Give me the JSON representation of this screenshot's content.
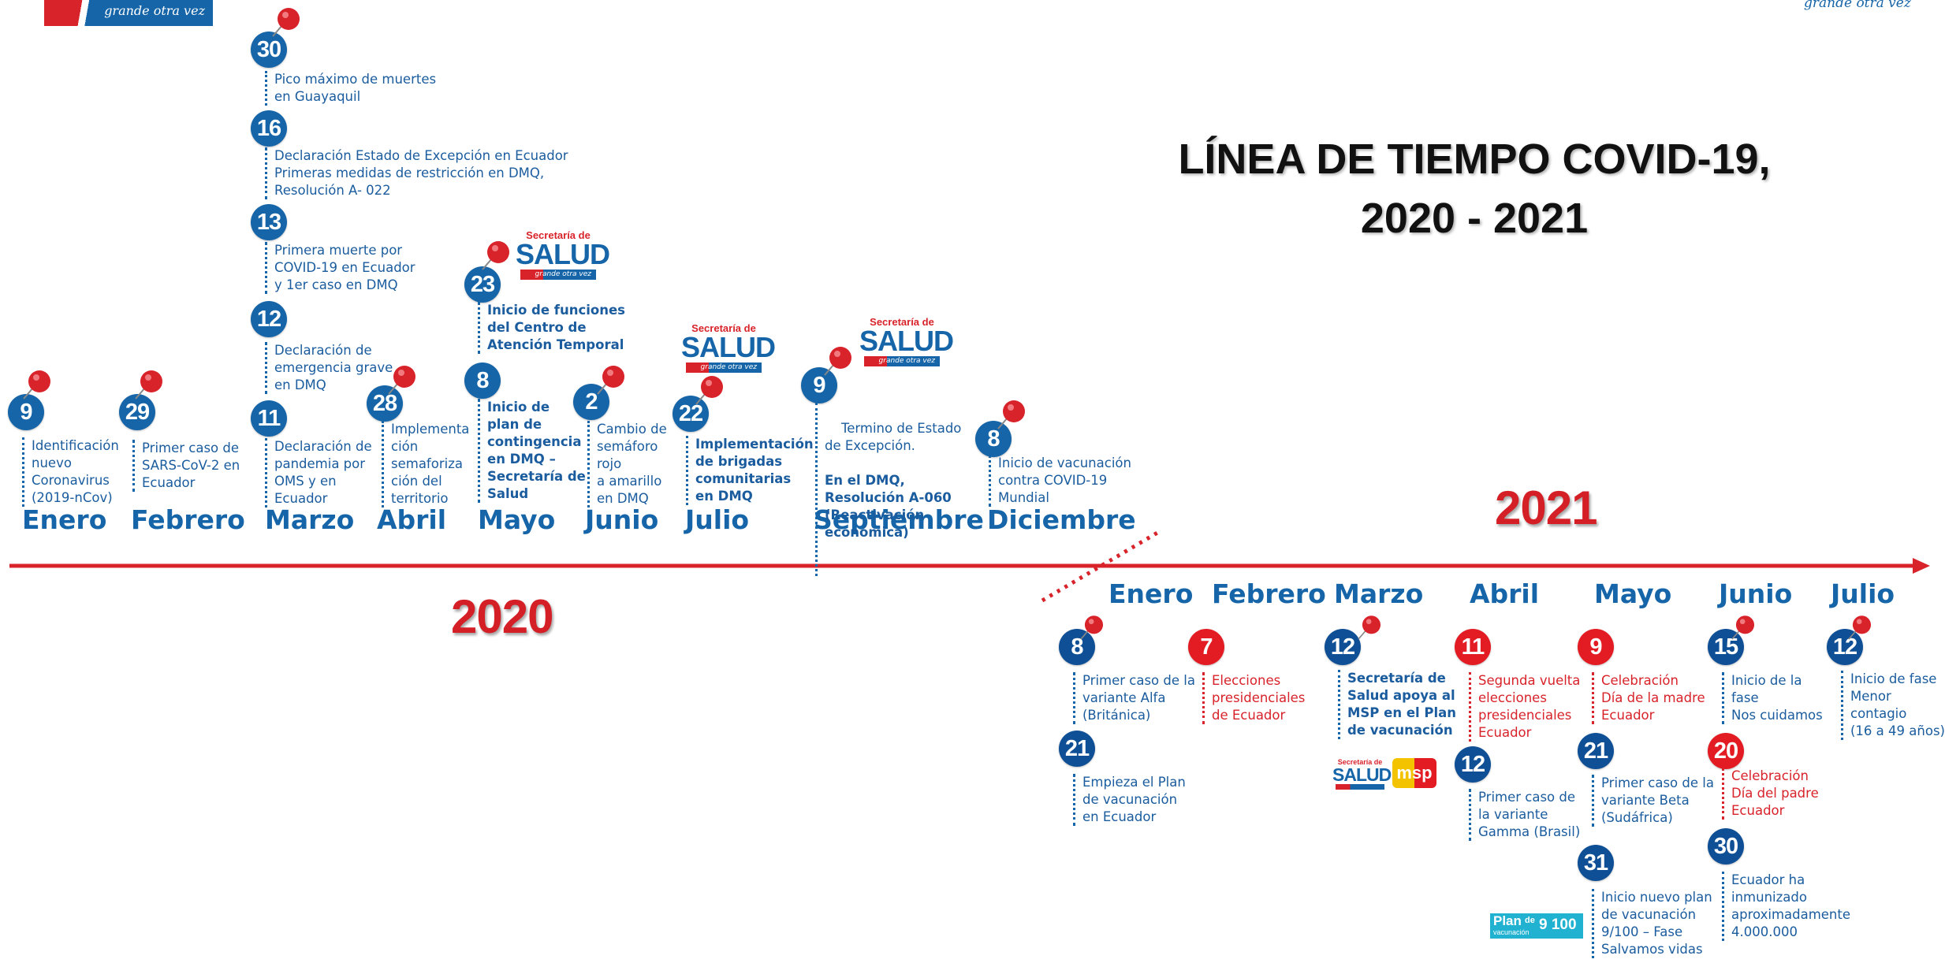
{
  "title": {
    "line1": "LÍNEA DE TIEMPO COVID-19,",
    "line2": "2020 - 2021"
  },
  "brand": {
    "slogan_left": "grande otra vez",
    "slogan_right": "grande otra vez"
  },
  "years": {
    "y2020": "2020",
    "y2021": "2021"
  },
  "logos": {
    "salud_top": "Secretaría de",
    "salud_big": "SALUD",
    "salud_tag": "grande otra vez",
    "msp": "msp",
    "plan_word": "Plan",
    "plan_de": "de",
    "plan_sub": "vacunación",
    "plan_num": "9 100"
  },
  "months_2020": {
    "enero": "Enero",
    "febrero": "Febrero",
    "marzo": "Marzo",
    "abril": "Abril",
    "mayo": "Mayo",
    "junio": "Junio",
    "julio": "Julio",
    "septiembre": "Septiembre",
    "diciembre": "Diciembre"
  },
  "months_2021": {
    "enero": "Enero",
    "febrero": "Febrero",
    "marzo": "Marzo",
    "abril": "Abril",
    "mayo": "Mayo",
    "junio": "Junio",
    "julio": "Julio"
  },
  "events_2020": {
    "e9": {
      "day": "9",
      "text": "Identificación\nnuevo\nCoronavirus\n(2019-nCov)"
    },
    "e29": {
      "day": "29",
      "text": "Primer caso de\nSARS-CoV-2 en\nEcuador"
    },
    "m30": {
      "day": "30",
      "text": "Pico máximo de muertes\nen Guayaquil"
    },
    "m16": {
      "day": "16",
      "text": "Declaración Estado de Excepción en Ecuador\nPrimeras medidas de restricción en DMQ,\nResolución A- 022"
    },
    "m13": {
      "day": "13",
      "text": "Primera muerte por\nCOVID-19 en Ecuador\ny 1er caso en DMQ"
    },
    "m12": {
      "day": "12",
      "text": "Declaración de\nemergencia grave\nen DMQ"
    },
    "m11": {
      "day": "11",
      "text": "Declaración de\npandemia por\nOMS y en\nEcuador"
    },
    "a28": {
      "day": "28",
      "text": "Implementa\nción\nsemaforiza\nción del\nterritorio"
    },
    "my23": {
      "day": "23",
      "text": "Inicio de funciones\ndel Centro de\nAtención Temporal"
    },
    "my8": {
      "day": "8",
      "text": "Inicio de\nplan de\ncontingencia\nen DMQ –\nSecretaría de\nSalud"
    },
    "j2": {
      "day": "2",
      "text": "Cambio de\nsemáforo\nrojo\na amarillo\nen DMQ"
    },
    "jl22": {
      "day": "22",
      "text": "Implementación\nde brigadas\ncomunitarias\nen DMQ"
    },
    "s9": {
      "day": "9",
      "text_normal": "Termino de Estado\nde Excepción.",
      "text_bold": "En el DMQ,\nResolución A-060\n(Reactivación\neconómica)"
    },
    "d8": {
      "day": "8",
      "text": "Inicio de vacunación\ncontra COVID-19\nMundial"
    }
  },
  "events_2021": {
    "en8": {
      "day": "8",
      "text": "Primer caso de la\nvariante Alfa\n(Británica)"
    },
    "en21": {
      "day": "21",
      "text": "Empieza el Plan\nde vacunación\nen Ecuador"
    },
    "f7": {
      "day": "7",
      "text": "Elecciones\npresidenciales\nde Ecuador"
    },
    "mz12": {
      "day": "12",
      "text": "Secretaría de\nSalud apoya al\nMSP en el Plan\nde vacunación"
    },
    "ab11": {
      "day": "11",
      "text": "Segunda vuelta\nelecciones\npresidenciales\nEcuador"
    },
    "ab12": {
      "day": "12",
      "text": "Primer caso de\nla variante\nGamma (Brasil)"
    },
    "my9": {
      "day": "9",
      "text": "Celebración\nDía de la madre\nEcuador"
    },
    "my21": {
      "day": "21",
      "text": "Primer caso de la\nvariante Beta\n(Sudáfrica)"
    },
    "my31": {
      "day": "31",
      "text": "Inicio nuevo plan\nde vacunación\n9/100 – Fase\nSalvamos vidas"
    },
    "jn15": {
      "day": "15",
      "text": "Inicio de la\nfase\nNos cuidamos"
    },
    "jn20": {
      "day": "20",
      "text": "Celebración\nDía del padre\nEcuador"
    },
    "jn30": {
      "day": "30",
      "text": "Ecuador ha\ninmunizado\naproximadamente\n4.000.000"
    },
    "jl12": {
      "day": "12",
      "text": "Inicio de fase\nMenor\ncontagio\n(16 a 49 años)"
    }
  },
  "colors": {
    "blue": "#1565a8",
    "navy": "#0f4f96",
    "red": "#e31b23",
    "year_red": "#d41f26",
    "pin_red": "#d8232a"
  }
}
